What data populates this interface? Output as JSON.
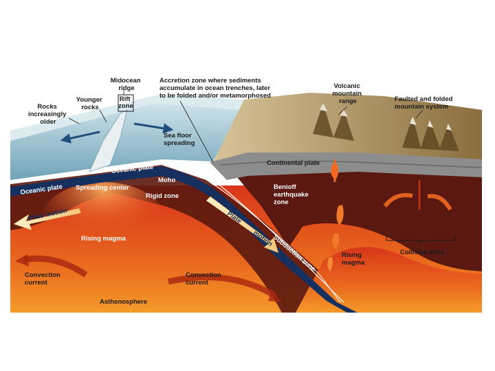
{
  "labels": {
    "midocean_ridge": [
      "Midocean",
      "ridge"
    ],
    "rift_zone": [
      "Rift",
      "zone"
    ],
    "younger_rocks": [
      "Younger",
      "rocks"
    ],
    "rocks_older": [
      "Rocks",
      "increasingly",
      "older"
    ],
    "accretion_zone": [
      "Accretion zone where sediments",
      "accumulate in ocean trenches, later",
      "to be folded and/or metamorphosed"
    ],
    "volcanic_range": [
      "Volcanic",
      "mountain",
      "range"
    ],
    "faulted_folded": [
      "Faulted and folded",
      "mountain system"
    ],
    "sea_floor_spreading": [
      "Sea floor",
      "spreading"
    ],
    "oceanic_plate_top": "Oceanic plate",
    "oceanic_plate_left": "Oceanic plate",
    "continental_plate": "Continental plate",
    "spreading_center": "Spreading center",
    "moho": "Moho",
    "rigid_zone": "Rigid zone",
    "benioff_zone": [
      "Benioff",
      "earthquake",
      "zone"
    ],
    "plate_motion_left": "Plate motion",
    "plate_motion_right": [
      "Plate",
      "motion"
    ],
    "subduction_zone": "Subduction zone",
    "rising_magma_center": "Rising magma",
    "rising_magma_right": [
      "Rising",
      "magma"
    ],
    "collision_zone": "Collision zone",
    "convection_left": [
      "Convection",
      "current"
    ],
    "convection_center": [
      "Convection",
      "current"
    ],
    "asthenosphere": "Asthenosphere"
  },
  "colors": {
    "ocean": "#9cc3d2",
    "lithosphere": "#5a1810",
    "asthenosphere": "#e8561a",
    "oceanic_crust": "#15305e",
    "land": "#b59a6a"
  }
}
